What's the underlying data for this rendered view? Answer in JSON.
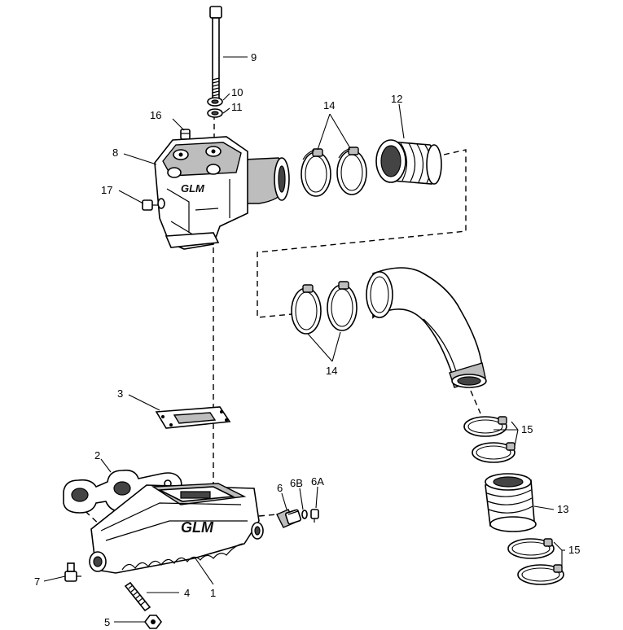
{
  "callouts": {
    "c1": "1",
    "c2": "2",
    "c3": "3",
    "c4": "4",
    "c5": "5",
    "c6": "6",
    "c6A": "6A",
    "c6B": "6B",
    "c7": "7",
    "c8": "8",
    "c9": "9",
    "c10": "10",
    "c11": "11",
    "c12": "12",
    "c13": "13",
    "c14a": "14",
    "c14b": "14",
    "c15a": "15",
    "c15b": "15",
    "c16": "16",
    "c17": "17"
  },
  "logos": {
    "elbow": "GLM",
    "manifold": "GLM"
  }
}
